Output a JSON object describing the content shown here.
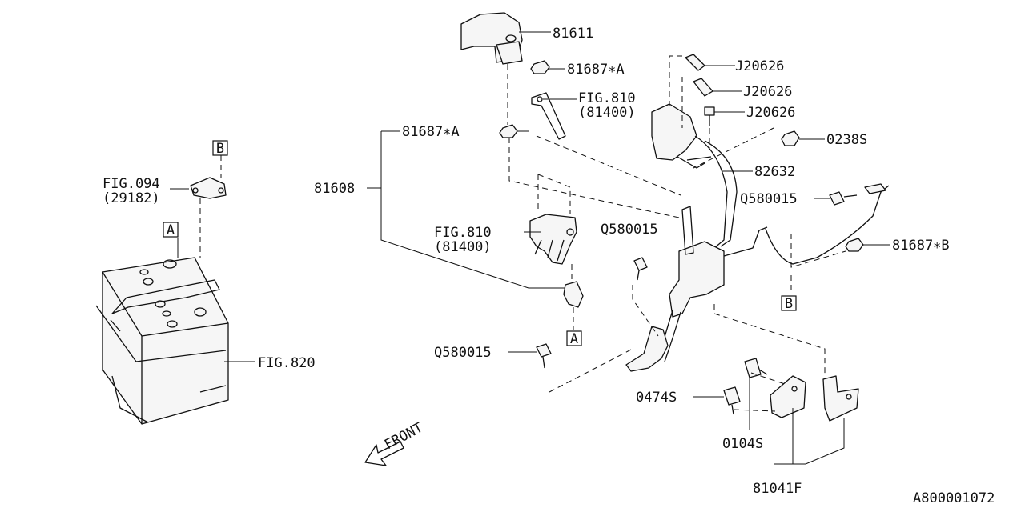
{
  "diagram_id": "A800001072",
  "front_label": "FRONT",
  "labels": {
    "p81611": "81611",
    "p81687a_top": "81687∗A",
    "fig810_top": "FIG.810",
    "fig810_top_sub": "(81400)",
    "j20626_1": "J20626",
    "j20626_2": "J20626",
    "j20626_3": "J20626",
    "p0238s": "0238S",
    "p81687a_mid": "81687∗A",
    "p82632": "82632",
    "p81608": "81608",
    "q580015_right": "Q580015",
    "fig810_mid": "FIG.810",
    "fig810_mid_sub": "(81400)",
    "q580015_mid": "Q580015",
    "p81687b": "81687∗B",
    "q580015_low": "Q580015",
    "p0474s": "0474S",
    "p0104s": "0104S",
    "p81041f": "81041F",
    "fig094": "FIG.094",
    "fig094_sub": "(29182)",
    "fig820": "FIG.820"
  },
  "markers": {
    "b_top": "B",
    "a_left": "A",
    "a_mid": "A",
    "b_right": "B"
  }
}
